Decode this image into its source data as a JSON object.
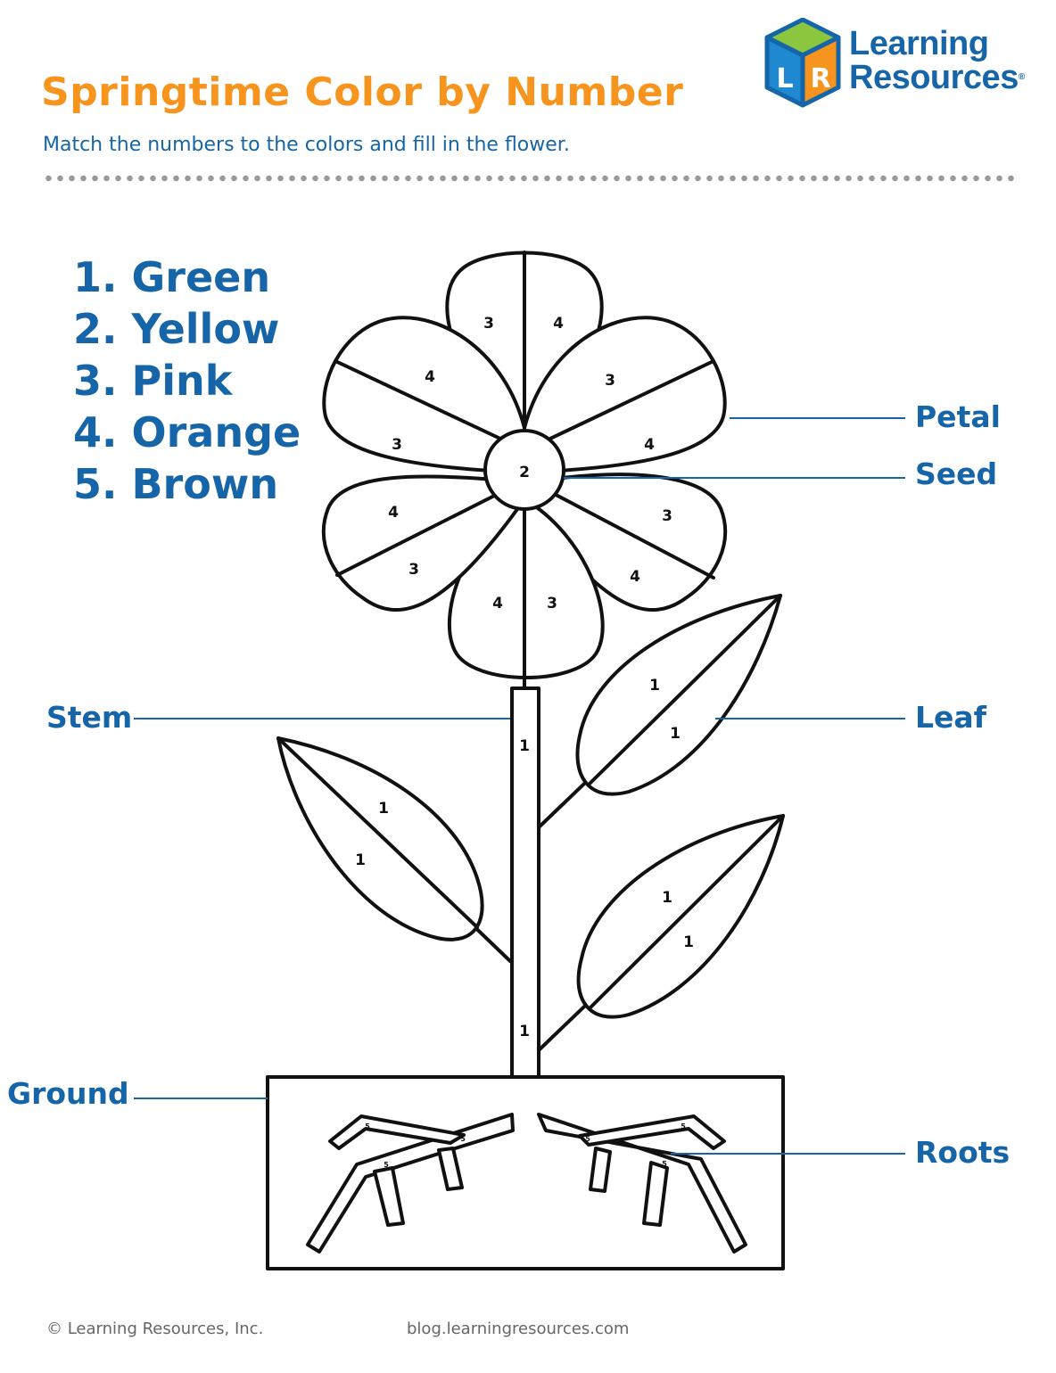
{
  "title": "Springtime Color by Number",
  "subtitle": "Match the numbers to the colors and fill in the flower.",
  "brand": {
    "line1": "Learning",
    "line2": "Resources",
    "mark": "®",
    "cube_letters": [
      "L",
      "R"
    ]
  },
  "color_key": [
    {
      "label": "1. Green",
      "number": 1,
      "color": "#3aa648"
    },
    {
      "label": "2. Yellow",
      "number": 2,
      "color": "#ffd400"
    },
    {
      "label": "3. Pink",
      "number": 3,
      "color": "#f49ac1"
    },
    {
      "label": "4. Orange",
      "number": 4,
      "color": "#f7941d"
    },
    {
      "label": "5. Brown",
      "number": 5,
      "color": "#8b5a2b"
    }
  ],
  "labels": {
    "petal": "Petal",
    "seed": "Seed",
    "stem": "Stem",
    "leaf": "Leaf",
    "ground": "Ground",
    "roots": "Roots"
  },
  "regions": {
    "petal_top_left": "3",
    "petal_top_right": "4",
    "petal_ur_a": "3",
    "petal_ur_b": "4",
    "petal_lr_a": "3",
    "petal_lr_b": "4",
    "petal_bottom_left": "4",
    "petal_bottom_right": "3",
    "petal_ll_a": "4",
    "petal_ll_b": "3",
    "petal_ul_a": "4",
    "petal_ul_b": "3",
    "seed": "2",
    "stem_top": "1",
    "stem_bottom": "1",
    "leaf_upper_right_a": "1",
    "leaf_upper_right_b": "1",
    "leaf_left_a": "1",
    "leaf_left_b": "1",
    "leaf_lower_right_a": "1",
    "leaf_lower_right_b": "1",
    "root_1": "5",
    "root_2": "5",
    "root_3": "5",
    "root_4": "5",
    "root_5": "5",
    "root_6": "5"
  },
  "footer": {
    "copyright": "© Learning Resources, Inc.",
    "url": "blog.learningresources.com"
  },
  "colors": {
    "title": "#f7941d",
    "text": "#1565a8",
    "outline": "#111111"
  }
}
